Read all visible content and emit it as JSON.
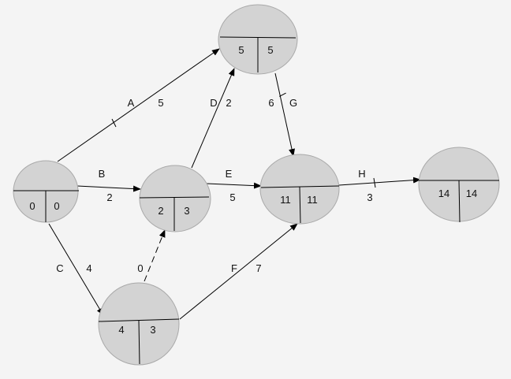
{
  "colors": {
    "background": "#f4f4f4",
    "node_fill": "#d3d3d3",
    "node_stroke": "#a9a9a9",
    "line": "#000000"
  },
  "nodes": [
    {
      "id": "n0",
      "left": "0",
      "right": "0"
    },
    {
      "id": "n1",
      "left": "5",
      "right": "5"
    },
    {
      "id": "n2",
      "left": "2",
      "right": "3"
    },
    {
      "id": "n3",
      "left": "4",
      "right": "3"
    },
    {
      "id": "n4",
      "left": "11",
      "right": "11"
    },
    {
      "id": "n5",
      "left": "14",
      "right": "14"
    }
  ],
  "activities": [
    {
      "id": "a",
      "label": "A",
      "duration": "5",
      "from": "n0",
      "to": "n1",
      "critical_mark": true
    },
    {
      "id": "b",
      "label": "B",
      "duration": "2",
      "from": "n0",
      "to": "n2"
    },
    {
      "id": "c",
      "label": "C",
      "duration": "4",
      "from": "n0",
      "to": "n3"
    },
    {
      "id": "d",
      "label": "D",
      "duration": "2",
      "from": "n2",
      "to": "n1"
    },
    {
      "id": "e",
      "label": "E",
      "duration": "5",
      "from": "n2",
      "to": "n4"
    },
    {
      "id": "f",
      "label": "F",
      "duration": "7",
      "from": "n3",
      "to": "n4"
    },
    {
      "id": "g",
      "label": "G",
      "duration": "6",
      "from": "n1",
      "to": "n4",
      "critical_mark": true
    },
    {
      "id": "h",
      "label": "H",
      "duration": "3",
      "from": "n4",
      "to": "n5",
      "critical_mark": true
    },
    {
      "id": "dummy",
      "label": "",
      "duration": "0",
      "from": "n3",
      "to": "n2",
      "dashed": true
    }
  ]
}
